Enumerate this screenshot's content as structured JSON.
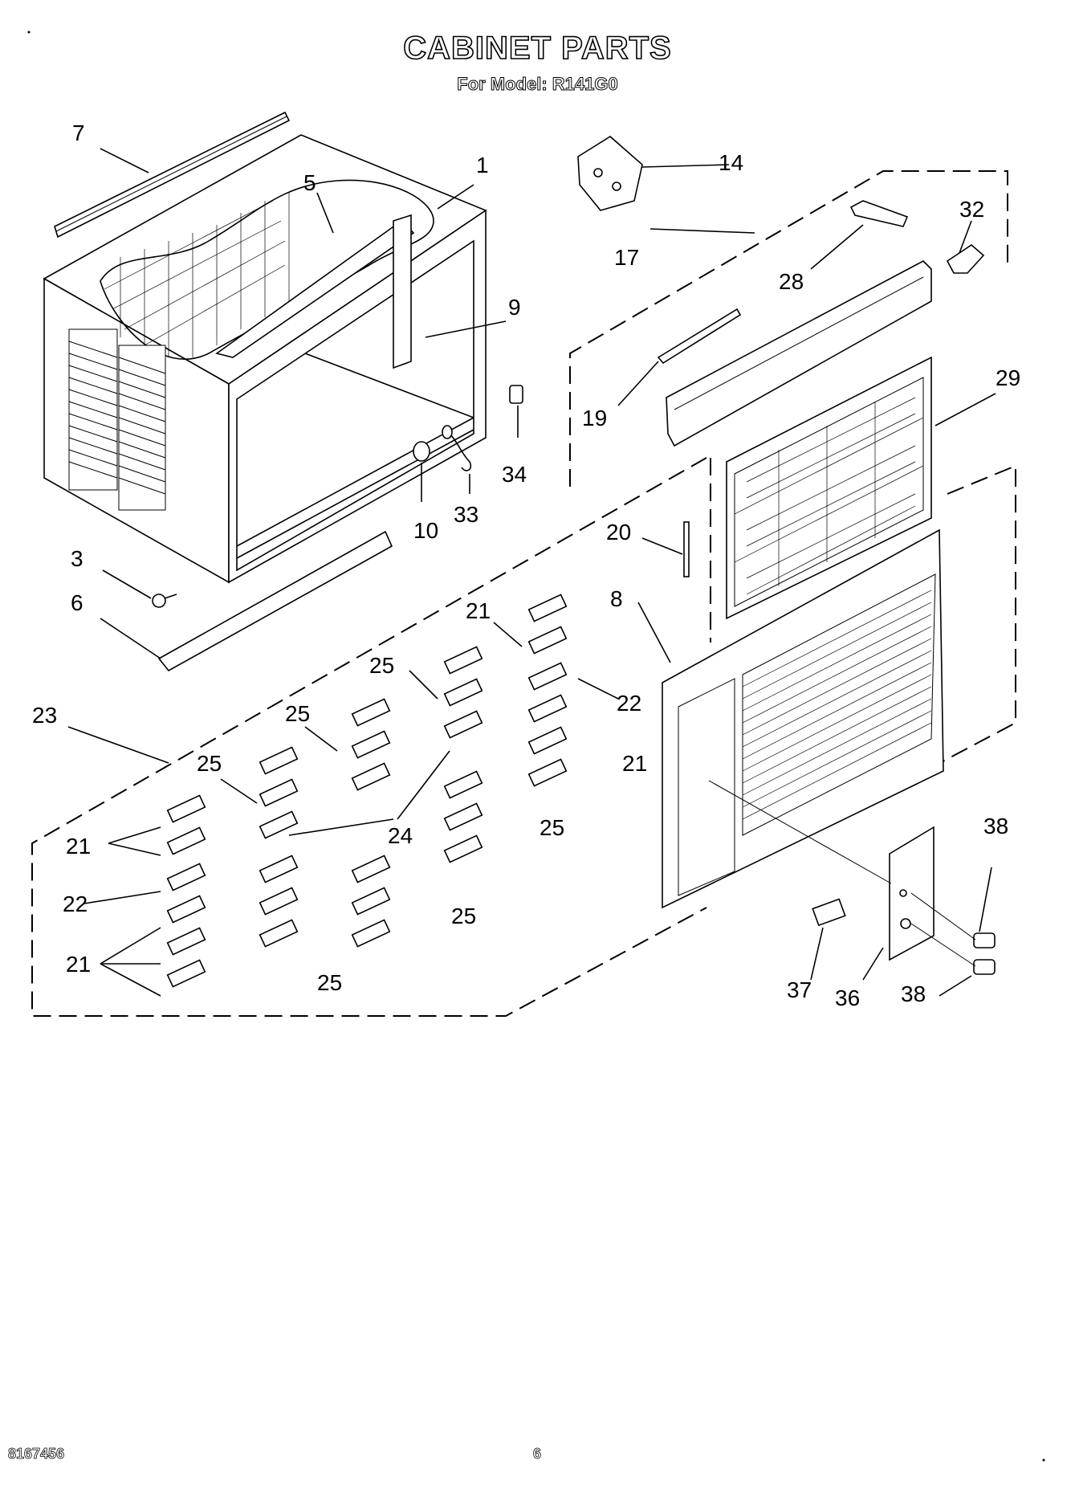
{
  "header": {
    "title": "CABINET PARTS",
    "subtitle": "For Model: R141G0"
  },
  "footer": {
    "doc_number": "8167456",
    "page_number": "6"
  },
  "callouts": [
    {
      "label": "7"
    },
    {
      "label": "5"
    },
    {
      "label": "1"
    },
    {
      "label": "9"
    },
    {
      "label": "34"
    },
    {
      "label": "10"
    },
    {
      "label": "33"
    },
    {
      "label": "3"
    },
    {
      "label": "6"
    },
    {
      "label": "14"
    },
    {
      "label": "32"
    },
    {
      "label": "17"
    },
    {
      "label": "28"
    },
    {
      "label": "19"
    },
    {
      "label": "29"
    },
    {
      "label": "20"
    },
    {
      "label": "8"
    },
    {
      "label": "21"
    },
    {
      "label": "25"
    },
    {
      "label": "22"
    },
    {
      "label": "23"
    },
    {
      "label": "25"
    },
    {
      "label": "21"
    },
    {
      "label": "25"
    },
    {
      "label": "24"
    },
    {
      "label": "25"
    },
    {
      "label": "21"
    },
    {
      "label": "22"
    },
    {
      "label": "25"
    },
    {
      "label": "21"
    },
    {
      "label": "25"
    },
    {
      "label": "38"
    },
    {
      "label": "37"
    },
    {
      "label": "36"
    },
    {
      "label": "38"
    }
  ]
}
